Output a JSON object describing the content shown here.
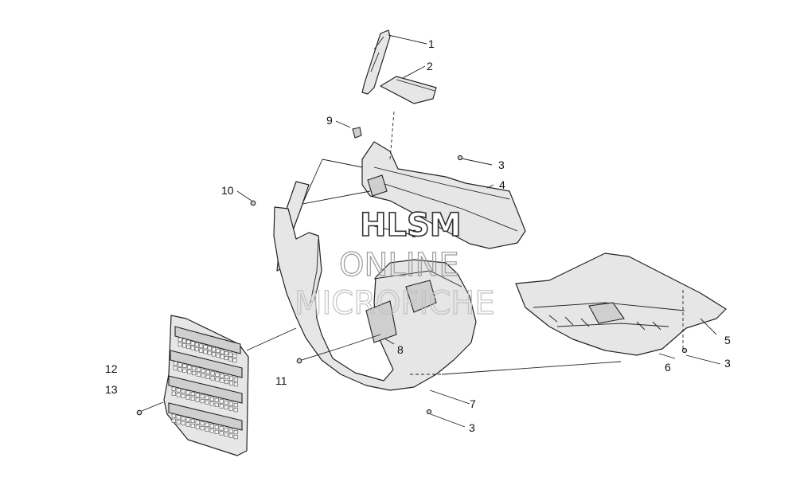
{
  "diagram": {
    "callouts": [
      "1",
      "2",
      "3",
      "4",
      "9",
      "10",
      "6",
      "5",
      "6",
      "3",
      "8",
      "12",
      "11",
      "13",
      "7",
      "3"
    ]
  },
  "watermark": {
    "line1": "HLSM",
    "line2": "ONLINE",
    "line3": "MICROFICHE"
  }
}
